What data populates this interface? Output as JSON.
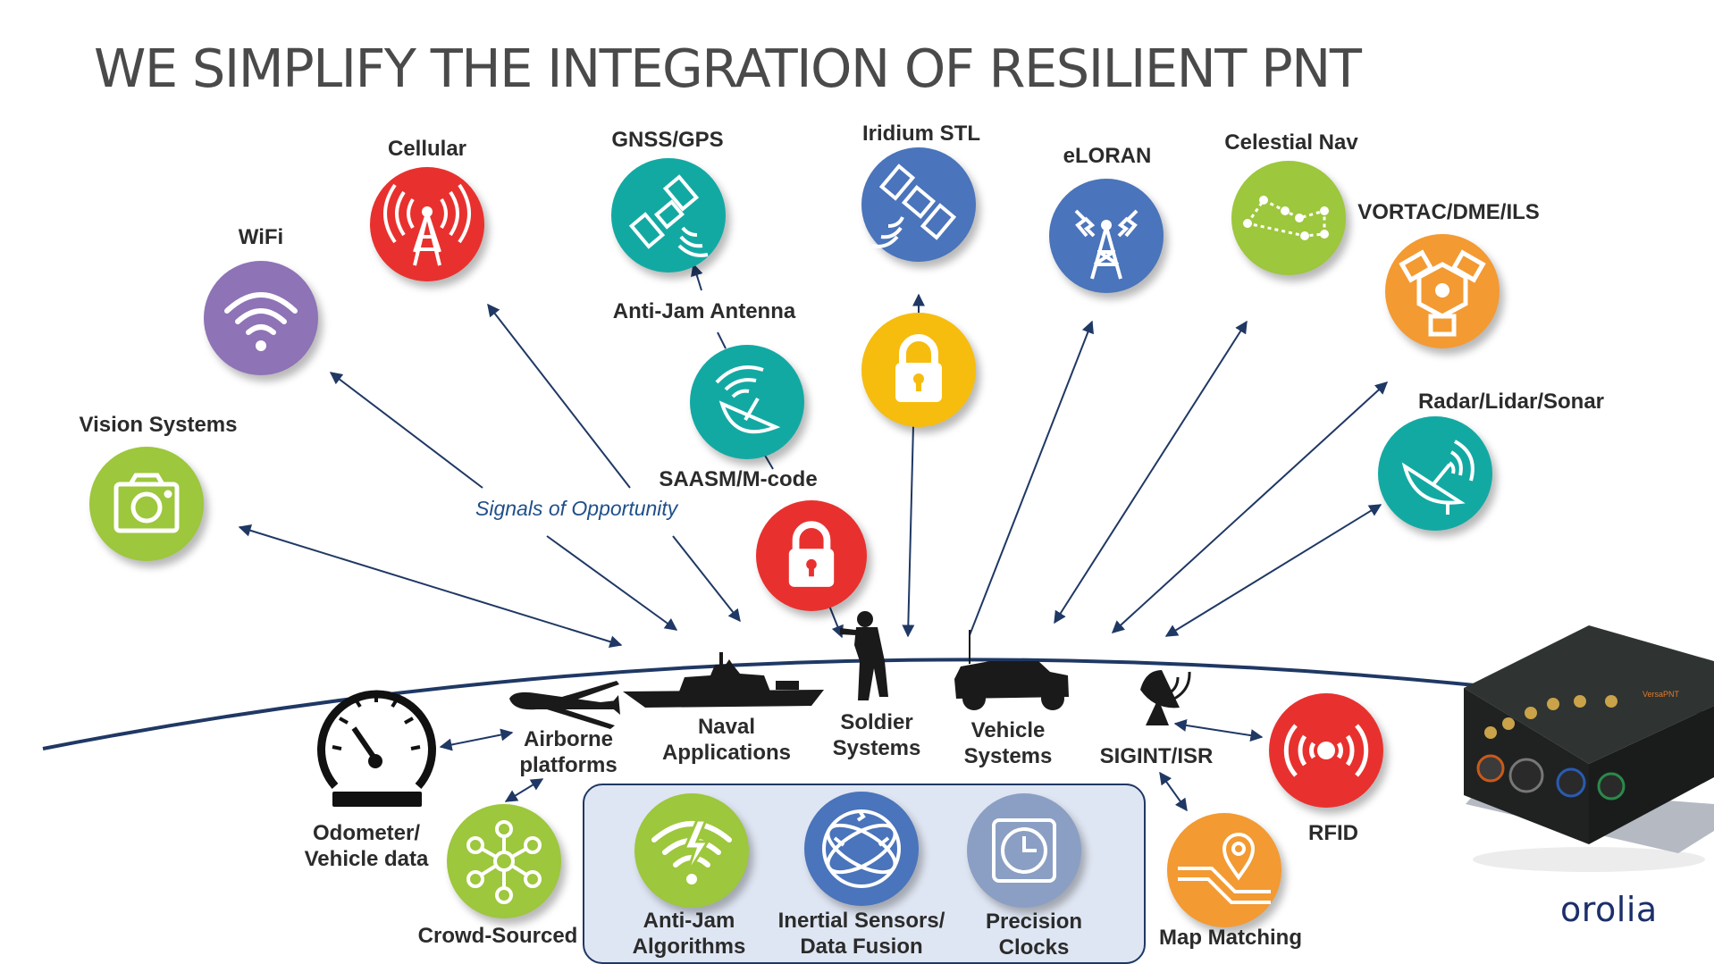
{
  "title": "WE SIMPLIFY THE INTEGRATION OF RESILIENT PNT",
  "colors": {
    "accent_blue": "#1f3864",
    "purple": "#8e73b6",
    "red": "#e8312e",
    "teal": "#13a9a3",
    "blue": "#4a74bb",
    "yellow": "#f6bd0e",
    "green": "#9dc73c",
    "orange": "#f39a32",
    "gray_blue": "#8b9fc4",
    "core_box_fill": "#dfe6f3"
  },
  "sources": {
    "vision": {
      "label": "Vision Systems",
      "icon": "camera-icon"
    },
    "wifi": {
      "label": "WiFi",
      "icon": "wifi-icon"
    },
    "cellular": {
      "label": "Cellular",
      "icon": "cell-tower-icon"
    },
    "gnss": {
      "label": "GNSS/GPS",
      "icon": "satellite-icon"
    },
    "antijam_antenna": {
      "label": "Anti-Jam Antenna",
      "icon": "satellite-dish-icon"
    },
    "saasm": {
      "label": "SAASM/M-code",
      "icon": "lock-icon"
    },
    "iridium": {
      "label": "Iridium STL",
      "icon": "satellite-icon"
    },
    "iridium_lock": {
      "icon": "lock-icon"
    },
    "eloran": {
      "label": "eLORAN",
      "icon": "radio-tower-icon"
    },
    "celestial": {
      "label": "Celestial Nav",
      "icon": "constellation-icon"
    },
    "vortac": {
      "label": "VORTAC/DME/ILS",
      "icon": "vortac-icon"
    },
    "radar": {
      "label": "Radar/Lidar/Sonar",
      "icon": "radar-dish-icon"
    }
  },
  "signals_label": "Signals of Opportunity",
  "platforms": {
    "airborne": {
      "label": "Airborne\nplatforms",
      "icon": "drone-icon"
    },
    "naval": {
      "label": "Naval\nApplications",
      "icon": "ship-icon"
    },
    "soldier": {
      "label": "Soldier\nSystems",
      "icon": "soldier-icon"
    },
    "vehicle": {
      "label": "Vehicle\nSystems",
      "icon": "humvee-icon"
    },
    "sigint": {
      "label": "SIGINT/ISR",
      "icon": "antenna-dish-icon"
    }
  },
  "local_sources": {
    "odometer": {
      "label": "Odometer/\nVehicle data",
      "icon": "speedometer-icon"
    },
    "crowd": {
      "label": "Crowd-Sourced",
      "icon": "network-icon"
    },
    "rfid": {
      "label": "RFID",
      "icon": "rfid-icon"
    },
    "map_matching": {
      "label": "Map Matching",
      "icon": "map-pin-icon"
    }
  },
  "core": {
    "antijam_algorithms": {
      "label": "Anti-Jam\nAlgorithms",
      "icon": "jammed-wifi-icon"
    },
    "inertial": {
      "label": "Inertial Sensors/\nData Fusion",
      "icon": "gyroscope-icon"
    },
    "clocks": {
      "label": "Precision\nClocks",
      "icon": "clock-icon"
    }
  },
  "device": {
    "name": "VersaPNT",
    "icon": "device-icon"
  },
  "logo": "orolia"
}
